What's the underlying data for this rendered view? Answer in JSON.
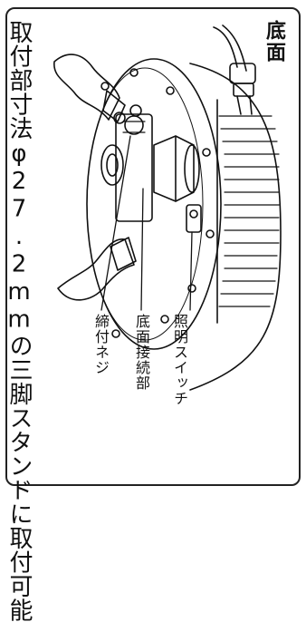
{
  "heading": "底面",
  "caption": "取付部寸法φ27.2mmの三脚スタンドに取付可能",
  "labels": {
    "light_switch": "照明スイッチ",
    "base_connector": "底面接続部",
    "tightening_screw": "締付ネジ"
  }
}
